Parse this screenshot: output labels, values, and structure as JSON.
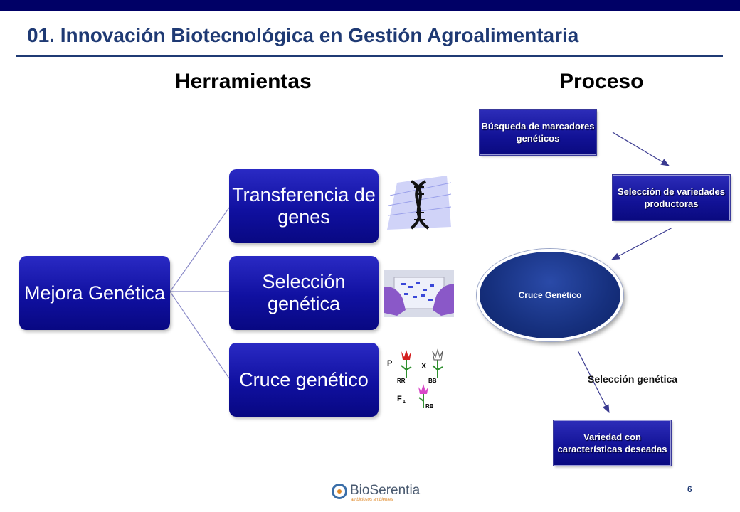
{
  "slide": {
    "title": "01. Innovación Biotecnológica en Gestión Agroalimentaria",
    "page_number": "6",
    "colors": {
      "title": "#1f3a74",
      "top_bar": "#000066",
      "box": "#1010a0"
    }
  },
  "sections": {
    "left_heading": "Herramientas",
    "right_heading": "Proceso"
  },
  "tools": {
    "root": "Mejora Genética",
    "branches": [
      "Transferencia de genes",
      "Selección genética",
      "Cruce genético"
    ]
  },
  "flower_cross": {
    "p": "P",
    "x": "X",
    "rr": "RR",
    "bb": "BB",
    "f": "F",
    "f_sub": "1",
    "rb": "RB"
  },
  "process": {
    "step1": "Búsqueda de marcadores genéticos",
    "step2": "Selección de variedades productoras",
    "step3": "Cruce Genético",
    "arrow_label": "Selección genética",
    "step4": "Variedad con características deseadas"
  },
  "logo": {
    "name": "BioSerentia",
    "tagline": "ambiciosos ambientes"
  }
}
